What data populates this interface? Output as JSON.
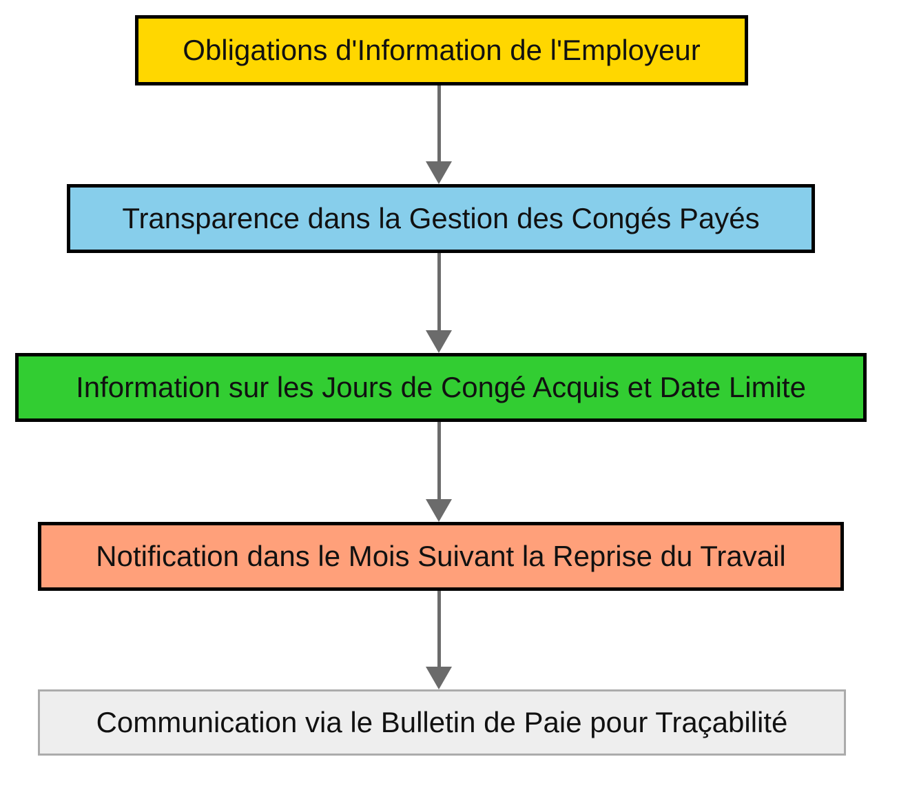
{
  "diagram": {
    "type": "flowchart",
    "direction": "top-down",
    "arrow_color": "#6b6b6b",
    "text_color": "#111111",
    "nodes": [
      {
        "id": "A",
        "label": "Obligations d'Information de l'Employeur",
        "fill": "#FFD700",
        "border": "#000000"
      },
      {
        "id": "B",
        "label": "Transparence dans la Gestion des Congés Payés",
        "fill": "#87CEEB",
        "border": "#000000"
      },
      {
        "id": "C",
        "label": "Information sur les Jours de Congé Acquis et Date Limite",
        "fill": "#32CD32",
        "border": "#000000"
      },
      {
        "id": "D",
        "label": "Notification dans le Mois Suivant la Reprise du Travail",
        "fill": "#FFA07A",
        "border": "#000000"
      },
      {
        "id": "E",
        "label": "Communication via le Bulletin de Paie pour Traçabilité",
        "fill": "#EEEEEE",
        "border": "#ABABAB"
      }
    ],
    "edges": [
      {
        "from": "A",
        "to": "B"
      },
      {
        "from": "B",
        "to": "C"
      },
      {
        "from": "C",
        "to": "D"
      },
      {
        "from": "D",
        "to": "E"
      }
    ]
  }
}
